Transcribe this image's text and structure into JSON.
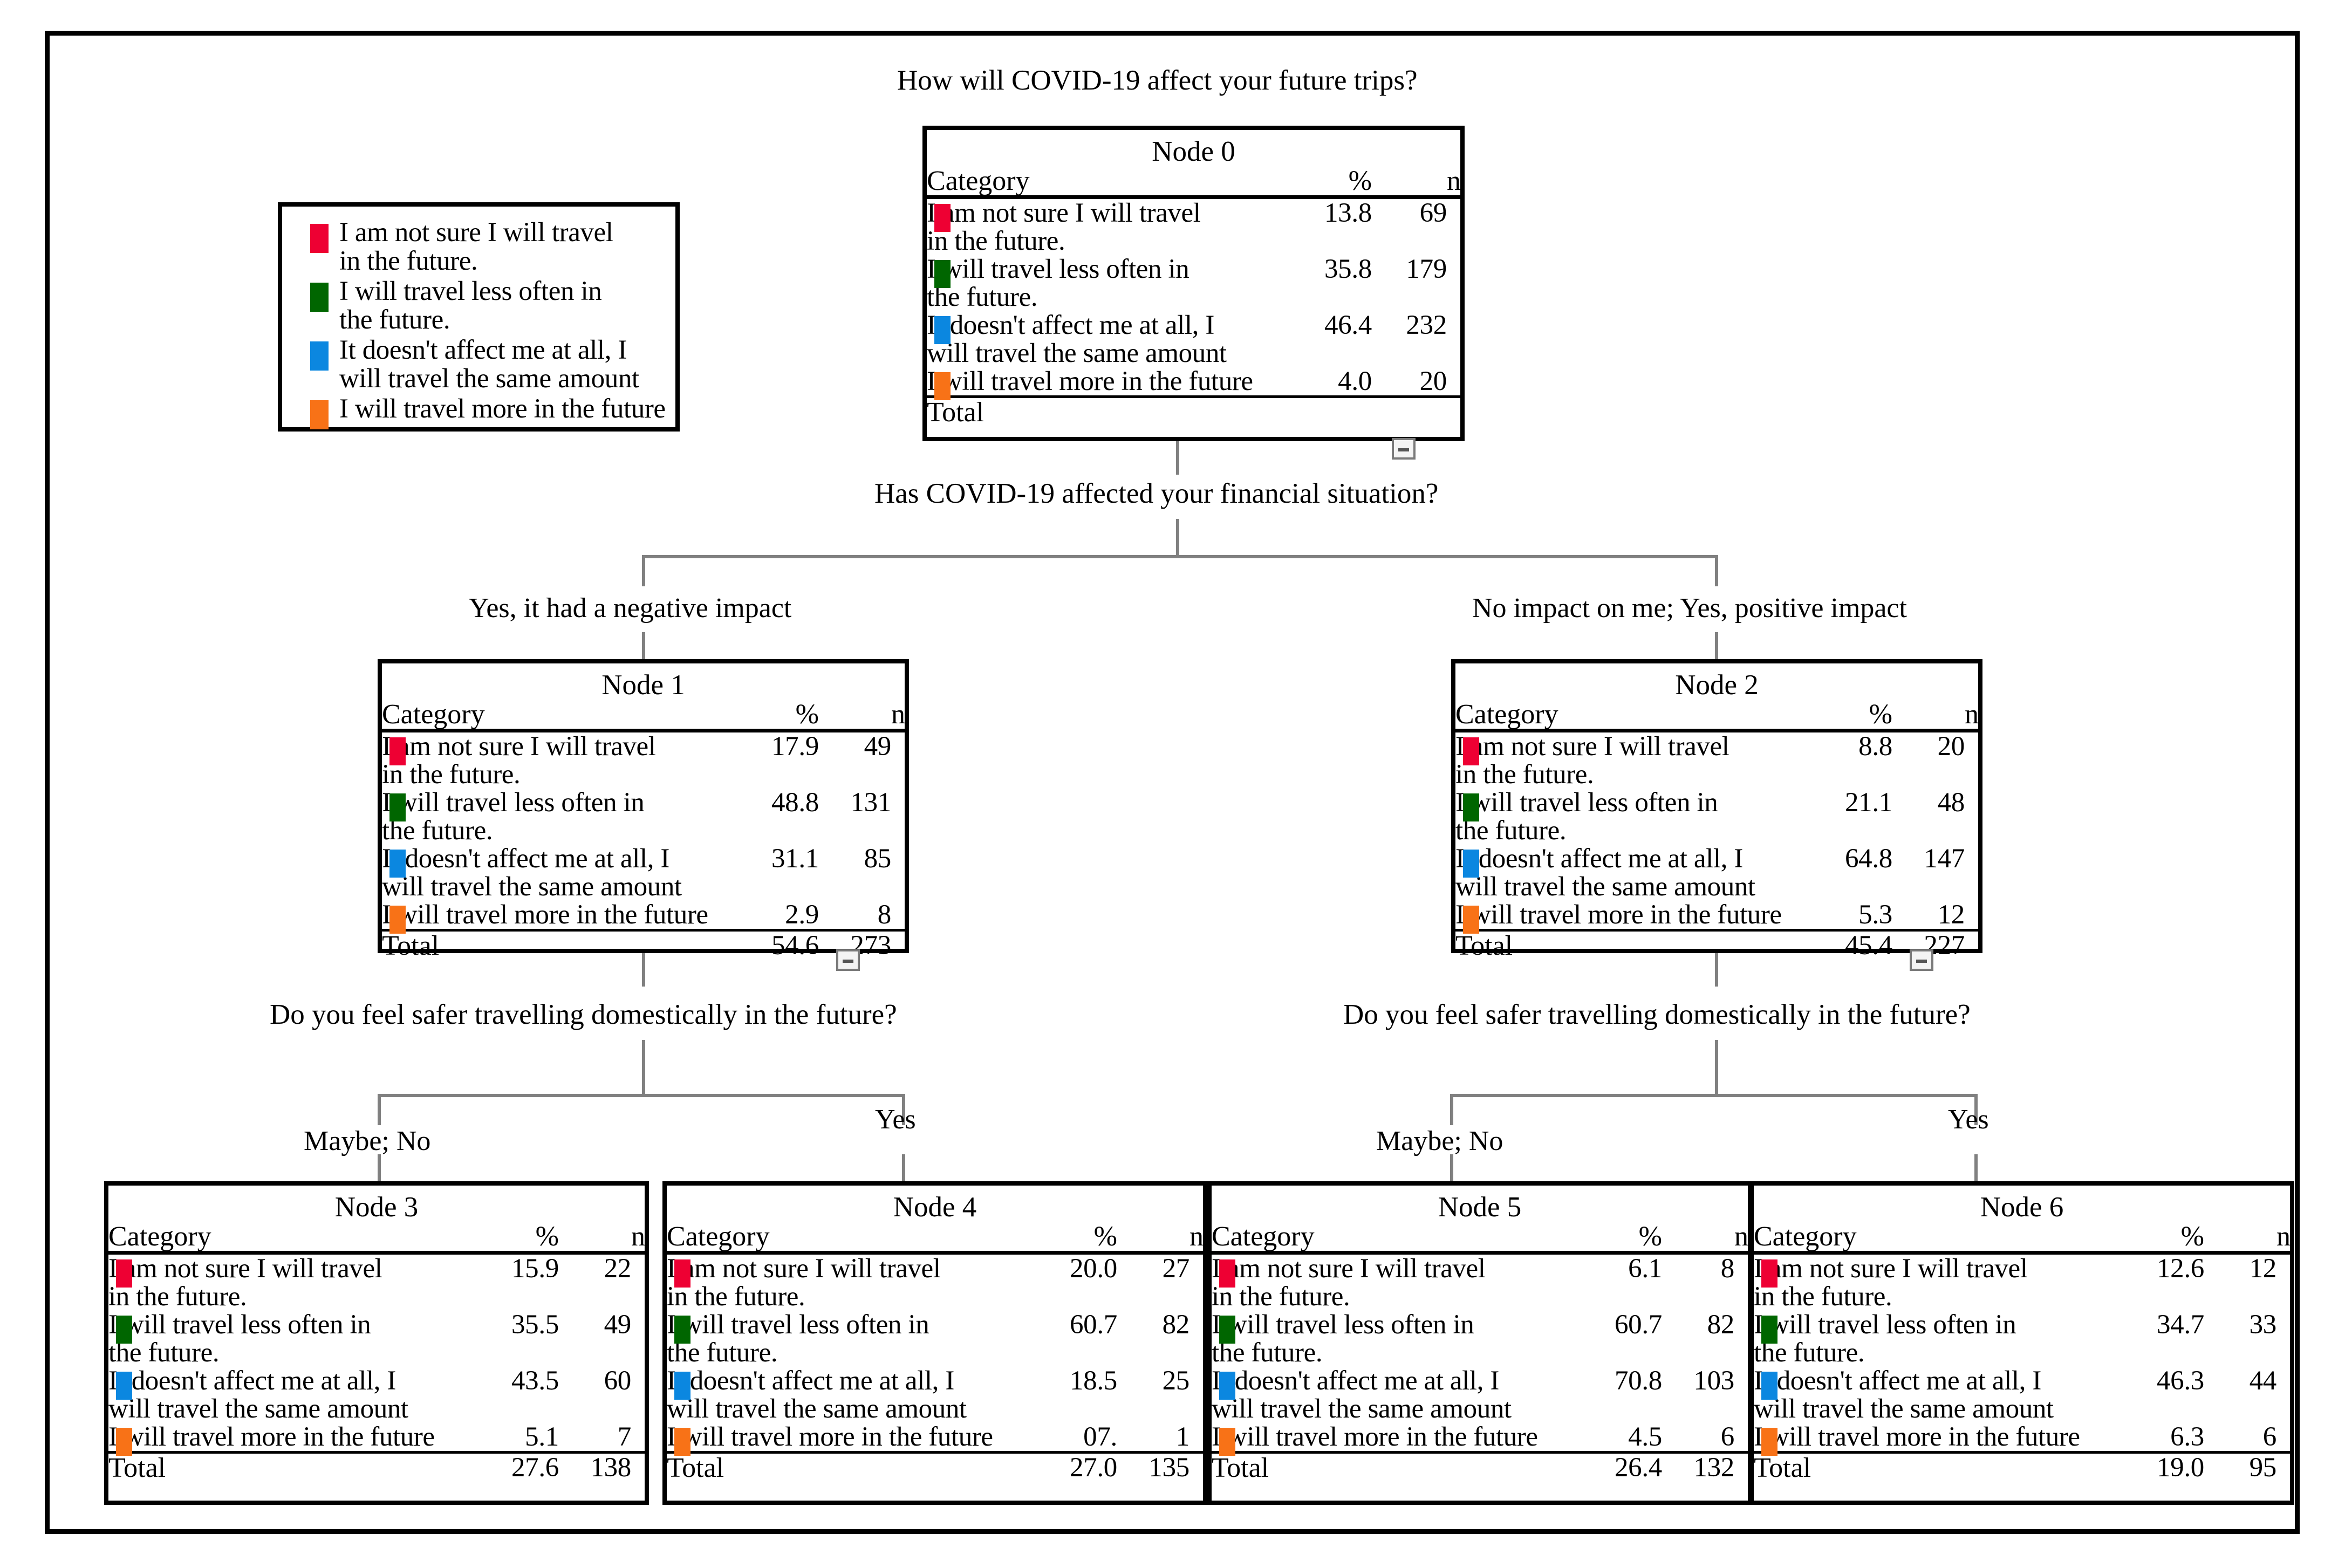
{
  "colors": {
    "cat1": "#ee0033",
    "cat2": "#006600",
    "cat3": "#0b87e0",
    "cat4": "#f87217",
    "connector": "#808080",
    "border": "#000000"
  },
  "legend": {
    "name": "legend-box",
    "items": [
      {
        "color_key": "cat1",
        "label": "I am not sure I will travel\nin the future."
      },
      {
        "color_key": "cat2",
        "label": "I will travel less often in\nthe future."
      },
      {
        "color_key": "cat3",
        "label": "It doesn't affect me at all, I\nwill travel the same amount"
      },
      {
        "color_key": "cat4",
        "label": "I will travel more in the future"
      }
    ]
  },
  "root_question": "How will COVID-19 affect your future trips?",
  "splits": [
    {
      "id": "split-0",
      "question": "Has COVID-19 affected your financial situation?",
      "branches": [
        "Yes, it had a negative impact",
        "No impact on me; Yes, positive impact"
      ]
    },
    {
      "id": "split-1",
      "question": "Do you feel safer travelling domestically in the future?",
      "branches": [
        "Maybe; No",
        "Yes"
      ]
    },
    {
      "id": "split-2",
      "question": "Do you feel safer travelling domestically in the future?",
      "branches": [
        "Maybe; No",
        "Yes"
      ]
    }
  ],
  "table_headers": {
    "category": "Category",
    "percent": "%",
    "n": "n",
    "total": "Total"
  },
  "chart_data": {
    "type": "table",
    "title": "How will COVID-19 affect your future trips?",
    "categories": [
      "I am not sure I will travel in the future.",
      "I will travel less often in the future.",
      "It doesn't affect me at all, I will travel the same amount",
      "I will travel more in the future"
    ],
    "nodes": [
      {
        "id": "node-0",
        "title": "Node 0",
        "level": 0,
        "rows": [
          {
            "label": "I am not sure I will travel\nin the future.",
            "color_key": "cat1",
            "pct": "13.8",
            "n": "69"
          },
          {
            "label": "I will travel less often in\nthe future.",
            "color_key": "cat2",
            "pct": "35.8",
            "n": "179"
          },
          {
            "label": "It doesn't affect me at all, I\nwill travel the same amount",
            "color_key": "cat3",
            "pct": "46.4",
            "n": "232"
          },
          {
            "label": "I will travel more in the future",
            "color_key": "cat4",
            "pct": "4.0",
            "n": "20"
          }
        ],
        "total_pct": "",
        "total_n": ""
      },
      {
        "id": "node-1",
        "title": "Node 1",
        "level": 1,
        "rows": [
          {
            "label": "I am not sure I will travel\nin the future.",
            "color_key": "cat1",
            "pct": "17.9",
            "n": "49"
          },
          {
            "label": "I will travel less often in\nthe future.",
            "color_key": "cat2",
            "pct": "48.8",
            "n": "131"
          },
          {
            "label": "It doesn't affect me at all, I\nwill travel the same amount",
            "color_key": "cat3",
            "pct": "31.1",
            "n": "85"
          },
          {
            "label": "I will travel more in the future",
            "color_key": "cat4",
            "pct": "2.9",
            "n": "8"
          }
        ],
        "total_pct": "54.6",
        "total_n": "273"
      },
      {
        "id": "node-2",
        "title": "Node 2",
        "level": 1,
        "rows": [
          {
            "label": "I am not sure I will travel\nin the future.",
            "color_key": "cat1",
            "pct": "8.8",
            "n": "20"
          },
          {
            "label": "I will travel less often in\nthe future.",
            "color_key": "cat2",
            "pct": "21.1",
            "n": "48"
          },
          {
            "label": "It doesn't affect me at all, I\nwill travel the same amount",
            "color_key": "cat3",
            "pct": "64.8",
            "n": "147"
          },
          {
            "label": "I will travel more in the future",
            "color_key": "cat4",
            "pct": "5.3",
            "n": "12"
          }
        ],
        "total_pct": "45.4",
        "total_n": "227"
      },
      {
        "id": "node-3",
        "title": "Node 3",
        "level": 2,
        "rows": [
          {
            "label": "I am not sure I will travel\nin the future.",
            "color_key": "cat1",
            "pct": "15.9",
            "n": "22"
          },
          {
            "label": "I will travel less often in\nthe future.",
            "color_key": "cat2",
            "pct": "35.5",
            "n": "49"
          },
          {
            "label": "It doesn't affect me at all, I\nwill travel the same amount",
            "color_key": "cat3",
            "pct": "43.5",
            "n": "60"
          },
          {
            "label": "I will travel more in the future",
            "color_key": "cat4",
            "pct": "5.1",
            "n": "7"
          }
        ],
        "total_pct": "27.6",
        "total_n": "138"
      },
      {
        "id": "node-4",
        "title": "Node 4",
        "level": 2,
        "rows": [
          {
            "label": "I am not sure I will travel\nin the future.",
            "color_key": "cat1",
            "pct": "20.0",
            "n": "27"
          },
          {
            "label": "I will travel less often in\nthe future.",
            "color_key": "cat2",
            "pct": "60.7",
            "n": "82"
          },
          {
            "label": "It doesn't affect me at all, I\nwill travel the same amount",
            "color_key": "cat3",
            "pct": "18.5",
            "n": "25"
          },
          {
            "label": "I will travel more in the future",
            "color_key": "cat4",
            "pct": "07.",
            "n": "1"
          }
        ],
        "total_pct": "27.0",
        "total_n": "135"
      },
      {
        "id": "node-5",
        "title": "Node 5",
        "level": 2,
        "rows": [
          {
            "label": "I am not sure I will travel\nin the future.",
            "color_key": "cat1",
            "pct": "6.1",
            "n": "8"
          },
          {
            "label": "I will travel less often in\nthe future.",
            "color_key": "cat2",
            "pct": "60.7",
            "n": "82"
          },
          {
            "label": "It doesn't affect me at all, I\nwill travel the same amount",
            "color_key": "cat3",
            "pct": "70.8",
            "n": "103"
          },
          {
            "label": "I will travel more in the future",
            "color_key": "cat4",
            "pct": "4.5",
            "n": "6"
          }
        ],
        "total_pct": "26.4",
        "total_n": "132"
      },
      {
        "id": "node-6",
        "title": "Node 6",
        "level": 2,
        "rows": [
          {
            "label": "I am not sure I will travel\nin the future.",
            "color_key": "cat1",
            "pct": "12.6",
            "n": "12"
          },
          {
            "label": "I will travel less often in\nthe future.",
            "color_key": "cat2",
            "pct": "34.7",
            "n": "33"
          },
          {
            "label": "It doesn't affect me at all, I\nwill travel the same amount",
            "color_key": "cat3",
            "pct": "46.3",
            "n": "44"
          },
          {
            "label": "I will travel more in the future",
            "color_key": "cat4",
            "pct": "6.3",
            "n": "6"
          }
        ],
        "total_pct": "19.0",
        "total_n": "95"
      }
    ]
  }
}
